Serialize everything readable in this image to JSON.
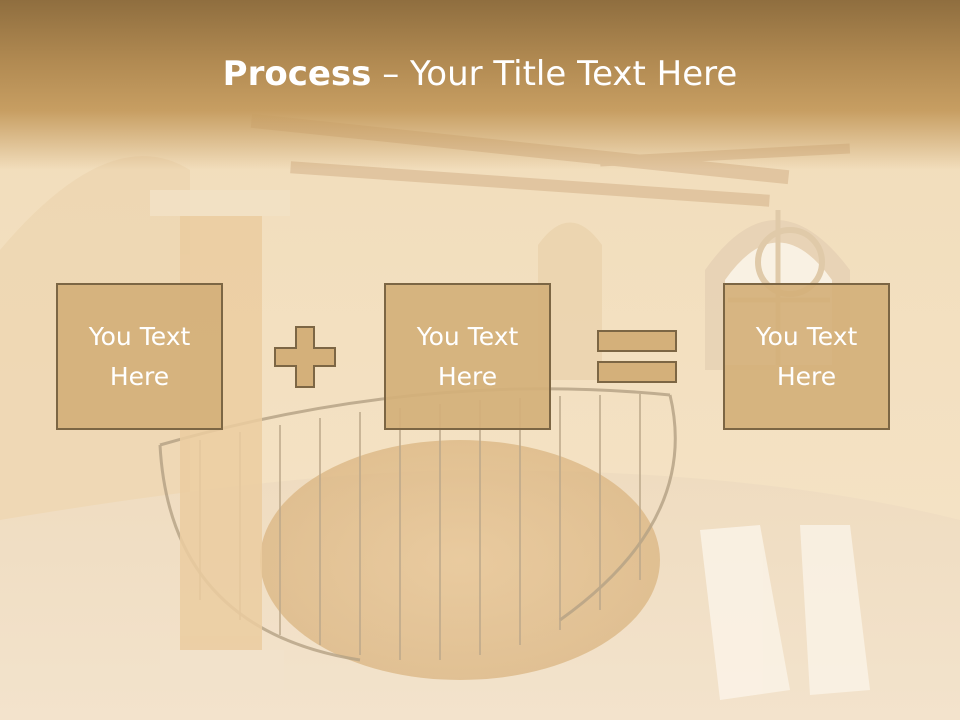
{
  "title": {
    "bold": "Process",
    "separator": " – ",
    "rest": "Your Title Text Here"
  },
  "process": {
    "boxes": [
      {
        "text": "You Text Here"
      },
      {
        "text": "You Text Here"
      },
      {
        "text": "You Text Here"
      }
    ],
    "operators": [
      "plus-icon",
      "equals-icon"
    ]
  },
  "colors": {
    "accent": "#d4b07a",
    "header": "#a17e4a",
    "border": "#7c6644",
    "text": "#ffffff"
  }
}
